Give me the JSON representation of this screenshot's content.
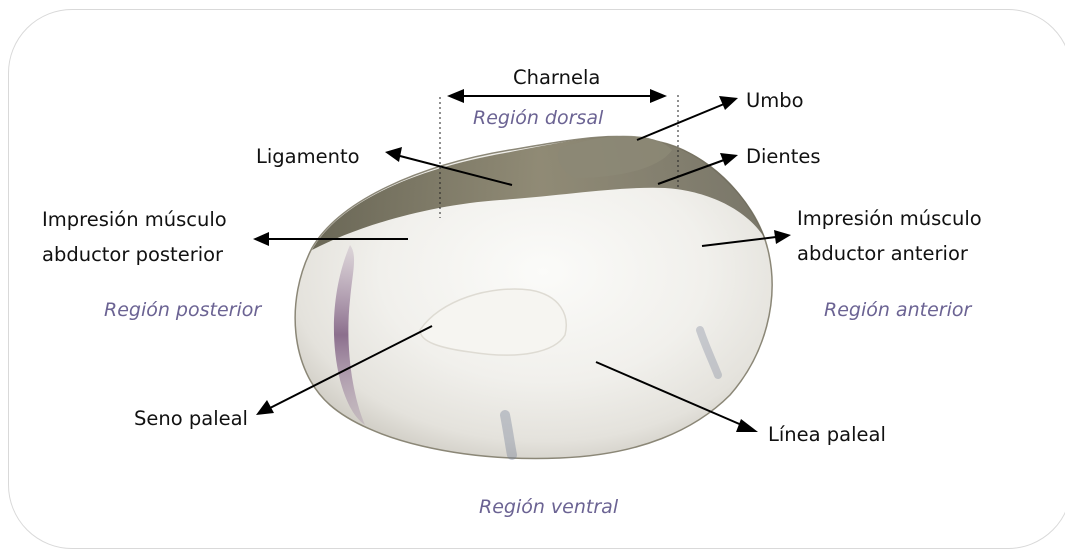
{
  "labels": {
    "charnela": "Charnela",
    "umbo": "Umbo",
    "ligamento": "Ligamento",
    "dientes": "Dientes",
    "impresion_posterior_1": "Impresión músculo",
    "impresion_posterior_2": "abductor posterior",
    "impresion_anterior_1": "Impresión músculo",
    "impresion_anterior_2": "abductor anterior",
    "seno_paleal": "Seno paleal",
    "linea_paleal": "Línea paleal"
  },
  "regions": {
    "dorsal": "Región dorsal",
    "posterior": "Región posterior",
    "anterior": "Región anterior",
    "ventral": "Región ventral"
  },
  "colors": {
    "region_text": "#6b6393",
    "shell_interior": "#f3f2ee",
    "shell_rim": "#6e6a58",
    "shell_purple": "#8a6c8a"
  }
}
